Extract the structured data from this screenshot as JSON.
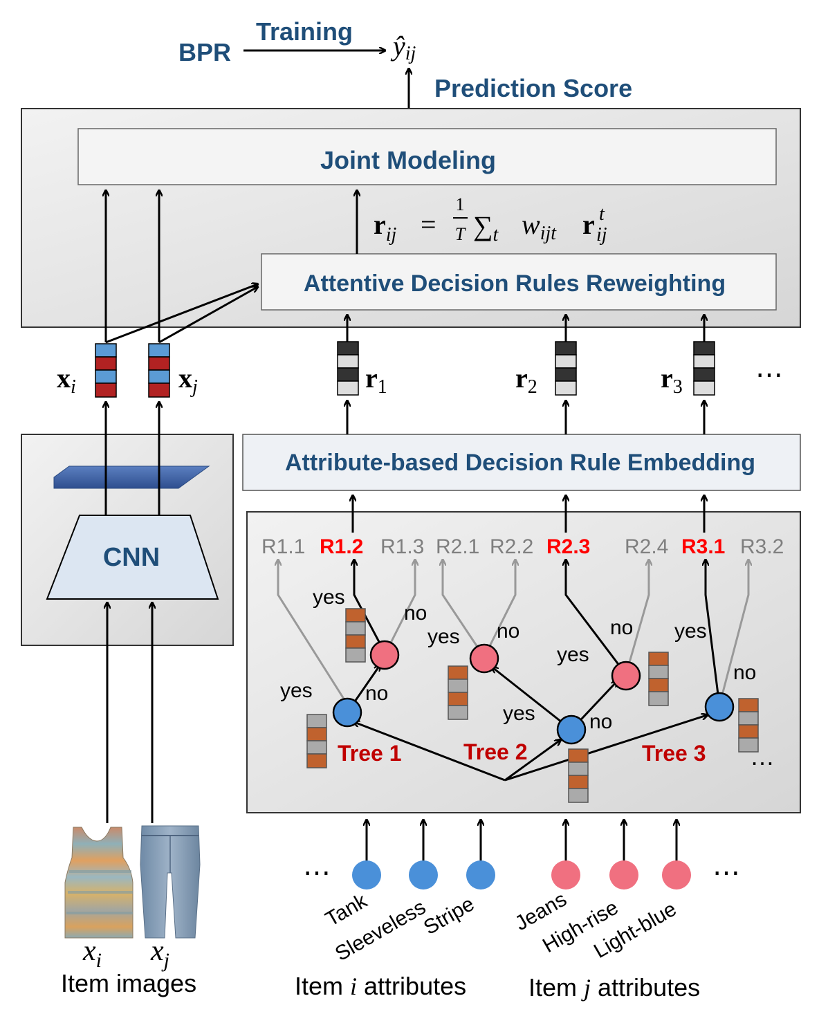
{
  "top": {
    "bpr": "BPR",
    "training": "Training",
    "prediction_symbol": "ŷ",
    "prediction_sub": "ij",
    "prediction_label": "Prediction Score"
  },
  "model": {
    "joint_modeling": "Joint Modeling",
    "formula": {
      "lhs": "r",
      "lhs_sub": "ij",
      "equals": "=",
      "frac_num": "1",
      "frac_den": "T",
      "sum": "∑",
      "sum_sub": "t",
      "w": "w",
      "w_sub": "ijt",
      "r": "r",
      "r_sup": "t",
      "r_sub": "ij"
    },
    "attentive": "Attentive Decision Rules Reweighting"
  },
  "vectors": {
    "xi": "x",
    "xi_sub": "i",
    "xj": "x",
    "xj_sub": "j",
    "r1": "r",
    "r1_sub": "1",
    "r2": "r",
    "r2_sub": "2",
    "r3": "r",
    "r3_sub": "3",
    "ellipsis": "⋯"
  },
  "cnn": {
    "label": "CNN"
  },
  "embedding": {
    "label": "Attribute-based Decision Rule Embedding"
  },
  "rules": [
    {
      "label": "R1.1",
      "active": false
    },
    {
      "label": "R1.2",
      "active": true
    },
    {
      "label": "R1.3",
      "active": false
    },
    {
      "label": "R2.1",
      "active": false
    },
    {
      "label": "R2.2",
      "active": false
    },
    {
      "label": "R2.3",
      "active": true
    },
    {
      "label": "R2.4",
      "active": false
    },
    {
      "label": "R3.1",
      "active": true
    },
    {
      "label": "R3.2",
      "active": false
    }
  ],
  "trees": {
    "tree1": "Tree 1",
    "tree2": "Tree 2",
    "tree3": "Tree 3",
    "yes": "yes",
    "no": "no",
    "ellipsis": "…"
  },
  "images": {
    "xi": "x",
    "xi_sub": "i",
    "xj": "x",
    "xj_sub": "j",
    "caption": "Item images"
  },
  "attributes": {
    "item_i": [
      "Tank",
      "Sleeveless",
      "Stripe"
    ],
    "item_j": [
      "Jeans",
      "High-rise",
      "Light-blue"
    ],
    "caption_i_pre": "Item ",
    "caption_i_var": "i",
    "caption_i_post": " attributes",
    "caption_j_pre": "Item ",
    "caption_j_var": "j",
    "caption_j_post": " attributes",
    "ellipsis_left": "⋯",
    "ellipsis_right": "⋯"
  },
  "colors": {
    "title_blue": "#1f4e79",
    "node_blue": "#4a90d9",
    "node_pink": "#f07080",
    "rule_red": "#ff0000",
    "tree_red": "#c00000",
    "panel_gray": "#e2e2e2"
  }
}
